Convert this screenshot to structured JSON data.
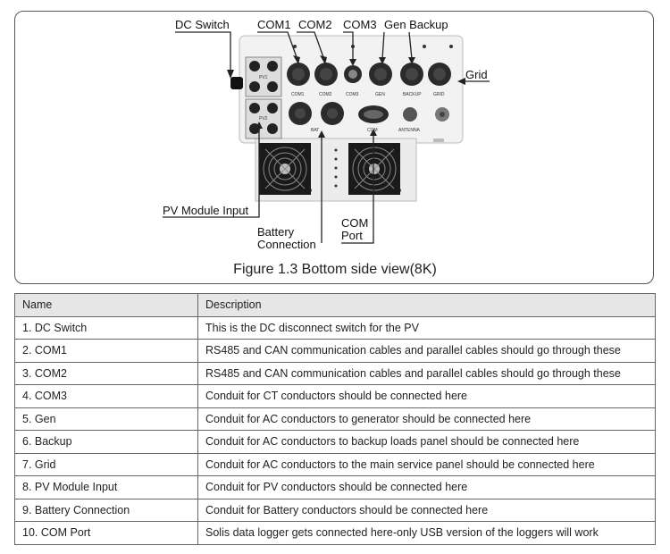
{
  "figure": {
    "caption": "Figure 1.3 Bottom side view(8K)",
    "callouts": {
      "dc_switch": "DC Switch",
      "com1": "COM1",
      "com2": "COM2",
      "com3": "COM3",
      "gen_backup": "Gen Backup",
      "grid": "Grid",
      "pv_module_input": "PV Module Input",
      "battery_line1": "Battery",
      "battery_line2": "Connection",
      "com_port_line1": "COM",
      "com_port_line2": "Port"
    },
    "device_labels": {
      "pv1": "PV1",
      "pv2": "PV2",
      "com1": "COM1",
      "com2": "COM2",
      "com3": "COM3",
      "gen": "GEN",
      "backup": "BACKUP",
      "grid": "GRID",
      "bat": "BAT",
      "com": "COM",
      "antenna": "ANTENNA"
    }
  },
  "table": {
    "headers": [
      "Name",
      "Description"
    ],
    "rows": [
      {
        "name": "1. DC Switch",
        "description": "This is the DC disconnect switch for the PV"
      },
      {
        "name": "2. COM1",
        "description": "RS485 and CAN communication cables and parallel cables should go through these"
      },
      {
        "name": "3. COM2",
        "description": "RS485 and CAN communication cables and parallel cables should go through these"
      },
      {
        "name": "4. COM3",
        "description": "Conduit for CT conductors should be connected here"
      },
      {
        "name": "5. Gen",
        "description": "Conduit for AC conductors to generator should be connected here"
      },
      {
        "name": "6. Backup",
        "description": "Conduit for AC conductors to backup loads panel should be connected here"
      },
      {
        "name": "7. Grid",
        "description": "Conduit for AC conductors to the main service panel should be connected here"
      },
      {
        "name": "8. PV Module Input",
        "description": "Conduit for PV conductors should be connected here"
      },
      {
        "name": "9. Battery Connection",
        "description": "Conduit for Battery conductors should be connected here"
      },
      {
        "name": "10. COM Port",
        "description": "Solis data logger gets connected here-only USB version of the loggers will work"
      }
    ]
  }
}
